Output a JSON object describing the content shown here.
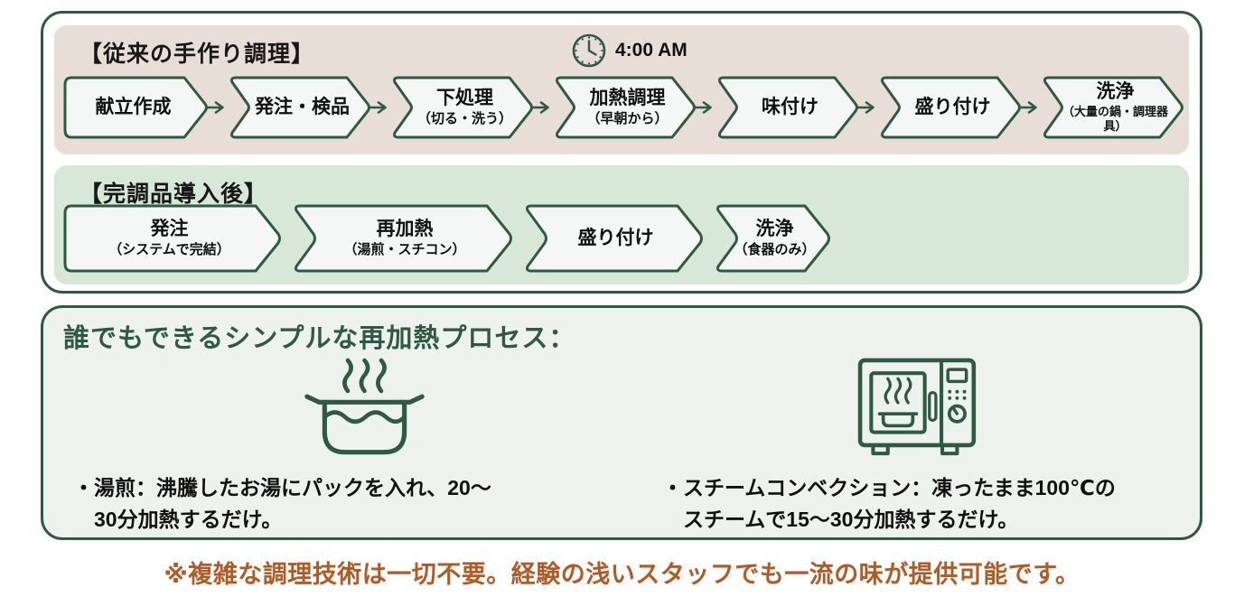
{
  "colors": {
    "accent_green": "#2d5a42",
    "band_pink": "#e9ddd8",
    "band_green": "#d8e8d8",
    "panel_bg": "#eef2ef",
    "chevron_fill": "#f4f7f5",
    "note_orange": "#b25a24"
  },
  "traditional": {
    "title": "【従来の手作り調理】",
    "time_icon": "clock-icon",
    "time_label": "4:00 AM",
    "steps": [
      {
        "label": "献立作成",
        "sub": ""
      },
      {
        "label": "発注・検品",
        "sub": ""
      },
      {
        "label": "下処理",
        "sub": "（切る・洗う）"
      },
      {
        "label": "加熱調理",
        "sub": "（早朝から）"
      },
      {
        "label": "味付け",
        "sub": ""
      },
      {
        "label": "盛り付け",
        "sub": ""
      },
      {
        "label": "洗浄",
        "sub": "（大量の鍋・調理器具）"
      }
    ]
  },
  "after": {
    "title": "【完調品導入後】",
    "steps": [
      {
        "label": "発注",
        "sub": "（システムで完結）"
      },
      {
        "label": "再加熱",
        "sub": "（湯煎・スチコン）"
      },
      {
        "label": "盛り付け",
        "sub": ""
      },
      {
        "label": "洗浄",
        "sub": "（食器のみ）"
      }
    ]
  },
  "process": {
    "title": "誰でもできるシンプルな再加熱プロセス：",
    "items": [
      {
        "icon": "boiling-pot-icon",
        "text": "・湯煎：沸騰したお湯にパックを入れ、20〜30分加熱するだけ。"
      },
      {
        "icon": "steam-convection-oven-icon",
        "text": "・スチームコンベクション：凍ったまま100℃のスチームで15〜30分加熱するだけ。"
      }
    ]
  },
  "footnote": "※複雑な調理技術は一切不要。経験の浅いスタッフでも一流の味が提供可能です。"
}
